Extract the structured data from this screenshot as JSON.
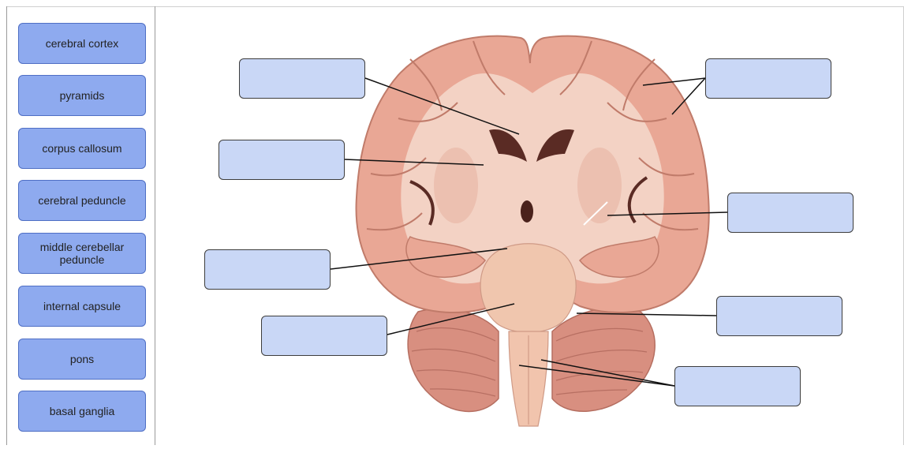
{
  "word_bank": {
    "terms": [
      "cerebral cortex",
      "pyramids",
      "corpus callosum",
      "cerebral peduncle",
      "middle cerebellar peduncle",
      "internal capsule",
      "pons",
      "basal ganglia"
    ]
  },
  "figure": {
    "subject": "coronal section of human brain with brainstem and cerebellum",
    "drop_zone_count": 8,
    "colors": {
      "term_fill": "#8eaaef",
      "term_border": "#4f6fc4",
      "drop_fill": "#c9d7f6",
      "tissue_pink": "#e9a795",
      "white_matter": "#f3d2c4"
    }
  }
}
